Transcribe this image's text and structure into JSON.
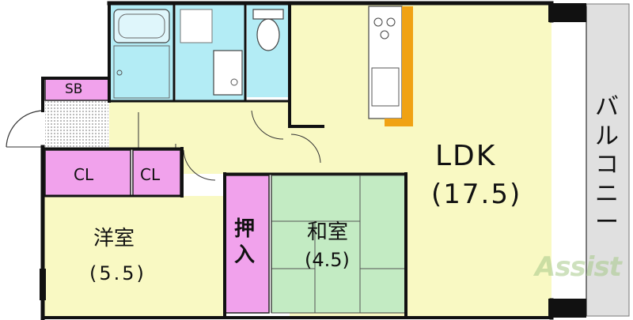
{
  "rooms": {
    "ldk": {
      "name": "LDK",
      "area": "(17.5)"
    },
    "western": {
      "name": "洋室",
      "area": "(5.5)"
    },
    "japanese": {
      "name": "和室",
      "area": "(4.5)"
    },
    "shoe_box": {
      "name": "SB"
    },
    "closet_1": {
      "name": "CL"
    },
    "closet_2": {
      "name": "CL"
    },
    "oshiire": {
      "name": "押入"
    },
    "balcony": {
      "name": "バルコニー"
    }
  },
  "watermark": {
    "text": "Assist"
  },
  "colors": {
    "ldk": "#f9f9c3",
    "wet_area": "#b3ecf5",
    "storage": "#f1a2ec",
    "tatami": "#c3ebc3",
    "balcony": "#e0e0e0",
    "counter": "#f0a214",
    "wall": "#111111"
  }
}
